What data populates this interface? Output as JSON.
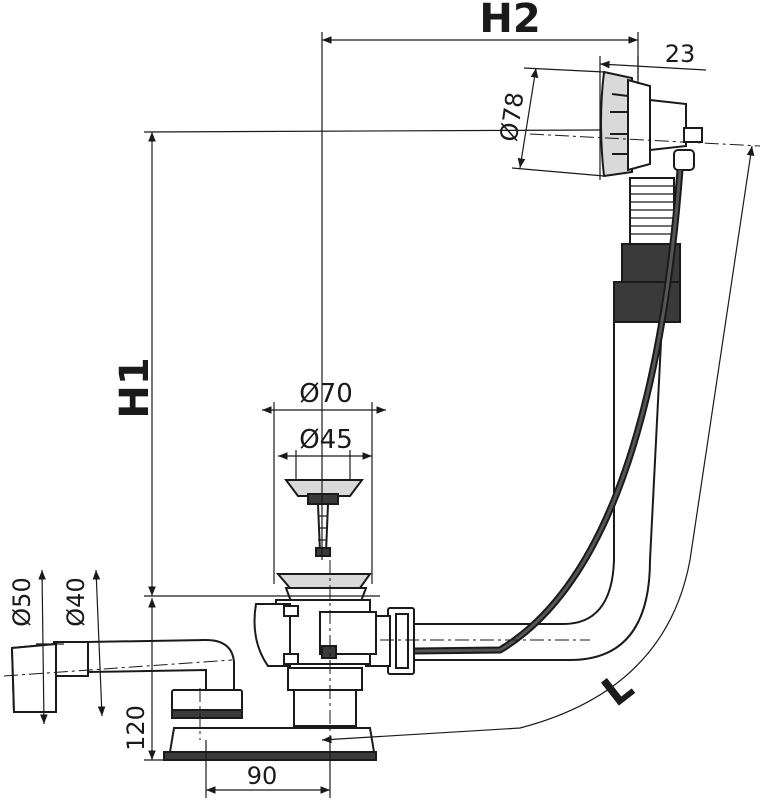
{
  "dimensions": {
    "h1": "H1",
    "h2": "H2",
    "l": "L",
    "d78": "Ø78",
    "w23": "23",
    "d70": "Ø70",
    "d45": "Ø45",
    "d50": "Ø50",
    "d40": "Ø40",
    "h120": "120",
    "w90": "90"
  }
}
